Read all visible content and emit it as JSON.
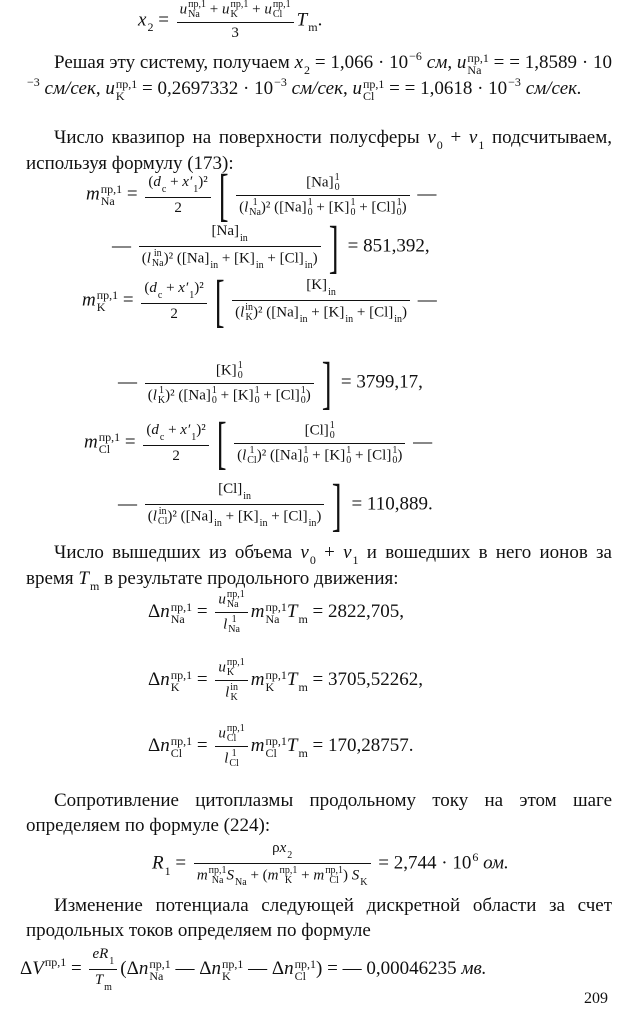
{
  "formulas": {
    "x2": [
      "",
      {
        "b": "x",
        "it": 1,
        "sub": "2"
      },
      " = ",
      {
        "f": [
          [
            {
              "b": "u",
              "it": 1,
              "sup": "пр,1",
              "sub": "Na"
            },
            " + ",
            {
              "b": "u",
              "it": 1,
              "sup": "пр,1",
              "sub": "K"
            },
            " + ",
            {
              "b": "u",
              "it": 1,
              "sup": "пр,1",
              "sub": "Cl"
            }
          ],
          [
            "3"
          ]
        ]
      },
      {
        "b": "T",
        "it": 1,
        "sub": "m"
      },
      "."
    ],
    "mNa1": [
      {
        "b": "m",
        "it": 1,
        "sup": "пр,1",
        "sub": "Na"
      },
      " = ",
      {
        "f": [
          [
            "(",
            {
              "b": "d",
              "it": 1,
              "sub": "c"
            },
            " + ",
            {
              "b": "x′",
              "it": 1,
              "sub": "1"
            },
            ")²"
          ],
          [
            "2"
          ]
        ]
      },
      {
        "br": "["
      },
      {
        "f": [
          [
            {
              "b": "[Na]",
              "sup": "1",
              "sub": "0"
            }
          ],
          [
            "(",
            {
              "b": "l",
              "it": 1,
              "sup": "1",
              "sub": "Na"
            },
            ")² ([Na]",
            {
              "sup": "1",
              "sub": "0"
            },
            " + [K]",
            {
              "sup": "1",
              "sub": "0"
            },
            " + [Cl]",
            {
              "sup": "1",
              "sub": "0"
            },
            ")"
          ]
        ]
      },
      " —"
    ],
    "mNa2": [
      "— ",
      {
        "f": [
          [
            {
              "b": "[Na]",
              "sub": "in"
            }
          ],
          [
            "(",
            {
              "b": "l",
              "it": 1,
              "sup": "in",
              "sub": "Na"
            },
            ")² ([Na]",
            {
              "sub": "in"
            },
            " + [K]",
            {
              "sub": "in"
            },
            " + [Cl]",
            {
              "sub": "in"
            },
            ")"
          ]
        ]
      },
      {
        "br": "]"
      },
      " = 851,392,"
    ],
    "mK1": [
      {
        "b": "m",
        "it": 1,
        "sup": "пр,1",
        "sub": "K"
      },
      " = ",
      {
        "f": [
          [
            "(",
            {
              "b": "d",
              "it": 1,
              "sub": "c"
            },
            " + ",
            {
              "b": "x′",
              "it": 1,
              "sub": "1"
            },
            ")²"
          ],
          [
            "2"
          ]
        ]
      },
      {
        "br": "["
      },
      {
        "f": [
          [
            {
              "b": "[K]",
              "sub": "in"
            }
          ],
          [
            "(",
            {
              "b": "l",
              "it": 1,
              "sup": "in",
              "sub": "K"
            },
            ")² ([Na]",
            {
              "sub": "in"
            },
            " + [K]",
            {
              "sub": "in"
            },
            " + [Cl]",
            {
              "sub": "in"
            },
            ")"
          ]
        ]
      },
      " —"
    ],
    "mK2": [
      "— ",
      {
        "f": [
          [
            {
              "b": "[K]",
              "sup": "1",
              "sub": "0"
            }
          ],
          [
            "(",
            {
              "b": "l",
              "it": 1,
              "sup": "1",
              "sub": "K"
            },
            ")² ([Na]",
            {
              "sup": "1",
              "sub": "0"
            },
            " + [K]",
            {
              "sup": "1",
              "sub": "0"
            },
            " + [Cl]",
            {
              "sup": "1",
              "sub": "0"
            },
            ")"
          ]
        ]
      },
      {
        "br": "]"
      },
      " = 3799,17,"
    ],
    "mCl1": [
      {
        "b": "m",
        "it": 1,
        "sup": "пр,1",
        "sub": "Cl"
      },
      " = ",
      {
        "f": [
          [
            "(",
            {
              "b": "d",
              "it": 1,
              "sub": "c"
            },
            " + ",
            {
              "b": "x′",
              "it": 1,
              "sub": "1"
            },
            ")²"
          ],
          [
            "2"
          ]
        ]
      },
      {
        "br": "["
      },
      {
        "f": [
          [
            {
              "b": "[Cl]",
              "sup": "1",
              "sub": "0"
            }
          ],
          [
            "(",
            {
              "b": "l",
              "it": 1,
              "sup": "1",
              "sub": "Cl"
            },
            ")² ([Na]",
            {
              "sup": "1",
              "sub": "0"
            },
            " + [K]",
            {
              "sup": "1",
              "sub": "0"
            },
            " + [Cl]",
            {
              "sup": "1",
              "sub": "0"
            },
            ")"
          ]
        ]
      },
      " —"
    ],
    "mCl2": [
      "— ",
      {
        "f": [
          [
            {
              "b": "[Cl]",
              "sub": "in"
            }
          ],
          [
            "(",
            {
              "b": "l",
              "it": 1,
              "sup": "in",
              "sub": "Cl"
            },
            ")² ([Na]",
            {
              "sub": "in"
            },
            " + [K]",
            {
              "sub": "in"
            },
            " + [Cl]",
            {
              "sub": "in"
            },
            ")"
          ]
        ]
      },
      {
        "br": "]"
      },
      " = 110,889."
    ],
    "dnNa": [
      "Δ",
      {
        "b": "n",
        "it": 1,
        "sup": "пр,1",
        "sub": "Na"
      },
      " = ",
      {
        "f": [
          [
            {
              "b": "u",
              "it": 1,
              "sup": "пр,1",
              "sub": "Na"
            }
          ],
          [
            {
              "b": "l",
              "it": 1,
              "sup": "1",
              "sub": "Na"
            }
          ]
        ]
      },
      {
        "b": "m",
        "it": 1,
        "sup": "пр,1",
        "sub": "Na"
      },
      {
        "b": "T",
        "it": 1,
        "sub": "m"
      },
      " = 2822,705,"
    ],
    "dnK": [
      "Δ",
      {
        "b": "n",
        "it": 1,
        "sup": "пр,1",
        "sub": "K"
      },
      " = ",
      {
        "f": [
          [
            {
              "b": "u",
              "it": 1,
              "sup": "пр,1",
              "sub": "K"
            }
          ],
          [
            {
              "b": "l",
              "it": 1,
              "sup": "in",
              "sub": "K"
            }
          ]
        ]
      },
      {
        "b": "m",
        "it": 1,
        "sup": "пр,1",
        "sub": "K"
      },
      {
        "b": "T",
        "it": 1,
        "sub": "m"
      },
      " = 3705,52262,"
    ],
    "dnCl": [
      "Δ",
      {
        "b": "n",
        "it": 1,
        "sup": "пр,1",
        "sub": "Cl"
      },
      " = ",
      {
        "f": [
          [
            {
              "b": "u",
              "it": 1,
              "sup": "пр,1",
              "sub": "Cl"
            }
          ],
          [
            {
              "b": "l",
              "it": 1,
              "sup": "1",
              "sub": "Cl"
            }
          ]
        ]
      },
      {
        "b": "m",
        "it": 1,
        "sup": "пр,1",
        "sub": "Cl"
      },
      {
        "b": "T",
        "it": 1,
        "sub": "m"
      },
      " = 170,28757."
    ],
    "R1": [
      {
        "b": "R",
        "it": 1,
        "sub": "1"
      },
      " = ",
      {
        "f": [
          [
            "ρ",
            {
              "b": "x",
              "it": 1,
              "sub": "2"
            }
          ],
          [
            {
              "b": "m",
              "it": 1,
              "sup": "пр,1",
              "sub": "Na"
            },
            {
              "b": "S",
              "it": 1,
              "sub": "Na"
            },
            " + (",
            {
              "b": "m",
              "it": 1,
              "sup": "пр,1",
              "sub": "K"
            },
            " + ",
            {
              "b": "m",
              "it": 1,
              "sup": "пр,1",
              "sub": "Cl"
            },
            ") ",
            {
              "b": "S",
              "it": 1,
              "sub": "K"
            }
          ]
        ]
      },
      " = 2,744 · 10",
      {
        "sup": "6"
      },
      " ",
      {
        "i": "ом."
      }
    ],
    "dV": [
      "Δ",
      {
        "b": "V",
        "it": 1,
        "sup": "пр,1"
      },
      " = ",
      {
        "f": [
          [
            {
              "i": "eR"
            },
            {
              "sub": "1"
            }
          ],
          [
            {
              "b": "T",
              "it": 1,
              "sub": "m"
            }
          ]
        ]
      },
      "(Δ",
      {
        "b": "n",
        "it": 1,
        "sup": "пр,1",
        "sub": "Na"
      },
      " — Δ",
      {
        "b": "n",
        "it": 1,
        "sup": "пр,1",
        "sub": "K"
      },
      " — Δ",
      {
        "b": "n",
        "it": 1,
        "sup": "пр,1",
        "sub": "Cl"
      },
      ") = — 0,00046235 ",
      {
        "i": "мв."
      }
    ]
  },
  "paragraphs": {
    "p1": [
      "Решая эту систему, получаем ",
      {
        "b": "x",
        "it": 1,
        "sub": "2"
      },
      " = 1,066 · 10",
      {
        "sup": "−6"
      },
      " ",
      {
        "i": "см"
      },
      ", ",
      {
        "b": "u",
        "it": 1,
        "sup": "пр,1",
        "sub": "Na"
      },
      " = = 1,8589 · 10",
      {
        "sup": "−3"
      },
      " ",
      {
        "i": "см/сек"
      },
      ", ",
      {
        "b": "u",
        "it": 1,
        "sup": "пр,1",
        "sub": "K"
      },
      " = 0,2697332 · 10",
      {
        "sup": "−3"
      },
      " ",
      {
        "i": "см/сек"
      },
      ", ",
      {
        "b": "u",
        "it": 1,
        "sup": "пр,1",
        "sub": "Cl"
      },
      " = = 1,0618 · 10",
      {
        "sup": "−3"
      },
      " ",
      {
        "i": "см/сек."
      }
    ],
    "p2": [
      "Число квазипор на поверхности полусферы ",
      {
        "b": "v",
        "it": 1,
        "sub": "0"
      },
      " + ",
      {
        "b": "v",
        "it": 1,
        "sub": "1"
      },
      " подсчитываем, используя формулу (173):"
    ],
    "p3": [
      "Число вышедших из объема ",
      {
        "b": "v",
        "it": 1,
        "sub": "0"
      },
      " + ",
      {
        "b": "v",
        "it": 1,
        "sub": "1"
      },
      " и вошедших в него ионов за время ",
      {
        "b": "T",
        "it": 1,
        "sub": "m"
      },
      " в результате продольного движения:"
    ],
    "p4": [
      "Сопротивление цитоплазмы продольному току на этом шаге определяем по формуле (224):"
    ],
    "p5": [
      "Изменение потенциала следующей дискретной области за счет продольных токов определяем по формуле"
    ]
  },
  "page_number": "209"
}
